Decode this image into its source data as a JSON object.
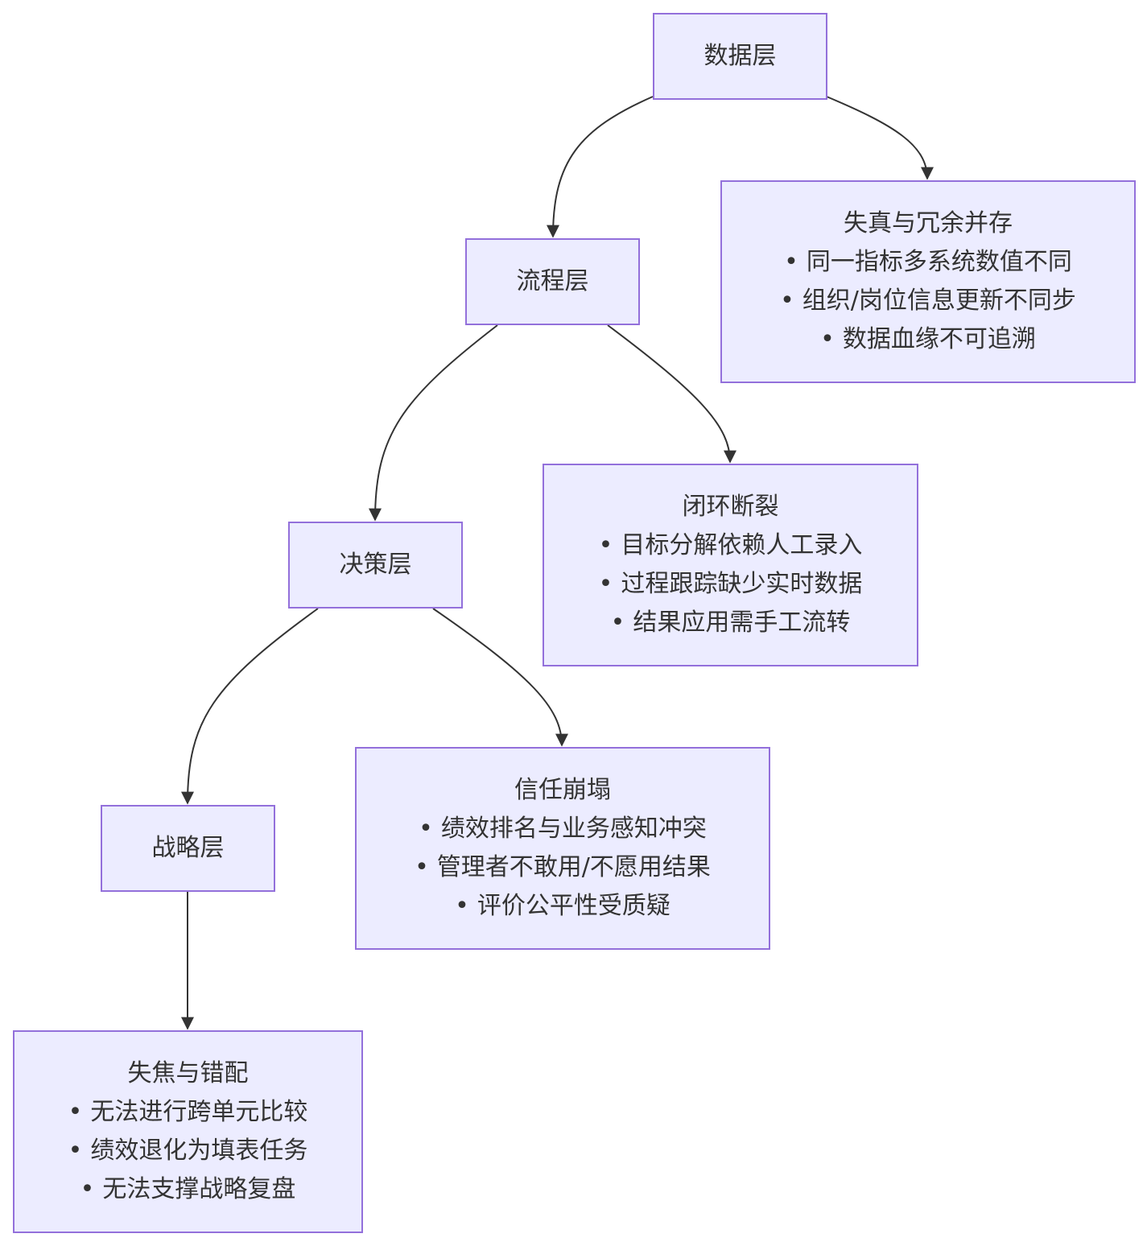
{
  "colors": {
    "node_fill": "#ECECFF",
    "node_border": "#9370DB",
    "text": "#333333",
    "edge": "#333333"
  },
  "layers": {
    "data": {
      "label": "数据层"
    },
    "process": {
      "label": "流程层"
    },
    "decision": {
      "label": "决策层"
    },
    "strategy": {
      "label": "战略层"
    }
  },
  "issues": {
    "data": {
      "title": "失真与冗余并存",
      "items": [
        "同一指标多系统数值不同",
        "组织/岗位信息更新不同步",
        "数据血缘不可追溯"
      ]
    },
    "process": {
      "title": "闭环断裂",
      "items": [
        "目标分解依赖人工录入",
        "过程跟踪缺少实时数据",
        "结果应用需手工流转"
      ]
    },
    "decision": {
      "title": "信任崩塌",
      "items": [
        "绩效排名与业务感知冲突",
        "管理者不敢用/不愿用结果",
        "评价公平性受质疑"
      ]
    },
    "strategy": {
      "title": "失焦与错配",
      "items": [
        "无法进行跨单元比较",
        "绩效退化为填表任务",
        "无法支撑战略复盘"
      ]
    }
  }
}
